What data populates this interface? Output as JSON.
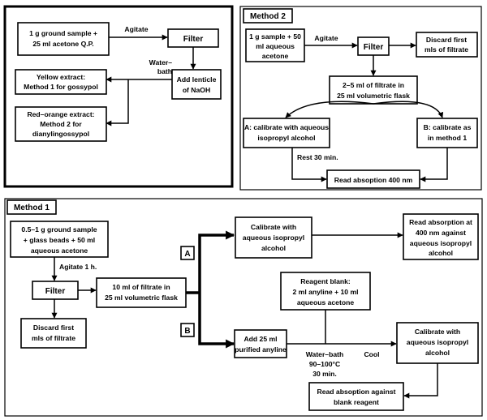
{
  "panel_top_left": {
    "sample_box": [
      "1 g ground sample +",
      "25 ml acetone Q.P."
    ],
    "agitate": "Agitate",
    "filter": "Filter",
    "water_bath": [
      "Water–",
      "bath"
    ],
    "naoh_box": [
      "Add lenticle",
      "of NaOH"
    ],
    "yellow_box": [
      "Yellow extract:",
      "Method 1 for gossypol"
    ],
    "red_box": [
      "Red–orange extract:",
      "Method 2 for",
      "dianylingossypol"
    ]
  },
  "method2": {
    "title": "Method 2",
    "sample_box": [
      "1 g sample + 50",
      "ml aqueous",
      "acetone"
    ],
    "agitate": "Agitate",
    "filter": "Filter",
    "discard_box": [
      "Discard first",
      "mls of filtrate"
    ],
    "flask_box": [
      "2–5 ml of filtrate in",
      "25 ml volumetric flask"
    ],
    "calib_a_box": [
      "A: calibrate with aqueous",
      "isopropyl alcohol"
    ],
    "calib_b_box": [
      "B: calibrate as",
      "in method 1"
    ],
    "rest": "Rest 30 min.",
    "read_box": "Read absoption 400 nm"
  },
  "method1": {
    "title": "Method 1",
    "sample_box": [
      "0.5–1 g ground sample",
      "+ glass beads + 50 ml",
      "aqueous acetone"
    ],
    "agitate": "Agitate 1 h.",
    "filter": "Filter",
    "discard_box": [
      "Discard first",
      "mls of filtrate"
    ],
    "flask_box": [
      "10 ml of filtrate in",
      "25 ml volumetric flask"
    ],
    "label_a": "A",
    "label_b": "B",
    "calib_box": [
      "Calibrate with",
      "aqueous isopropyl",
      "alcohol"
    ],
    "read_box": [
      "Read absorption at",
      "400 nm against",
      "aqueous isopropyl",
      "alcohol"
    ],
    "blank_box": [
      "Reagent blank:",
      "2 ml anyline + 10 ml",
      "aqueous acetone"
    ],
    "anyline_box": [
      "Add 25 ml",
      "purified anyline"
    ],
    "water_bath": [
      "Water–bath",
      "90–100°C",
      "30 min."
    ],
    "cool": "Cool",
    "calib2_box": [
      "Calibrate with",
      "aqueous isopropyl",
      "alcohol"
    ],
    "read2_box": [
      "Read absoption against",
      "blank reagent"
    ]
  }
}
